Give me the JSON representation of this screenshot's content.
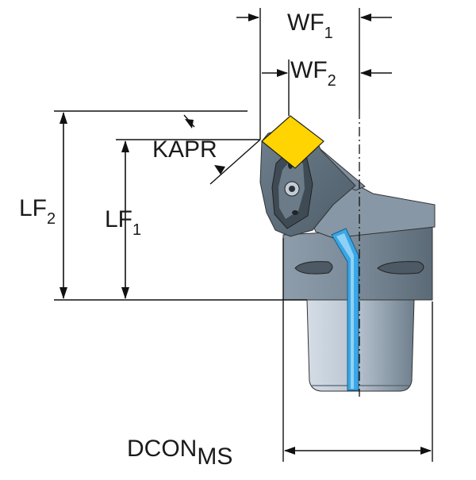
{
  "diagram": {
    "colors": {
      "background": "#ffffff",
      "line": "#111111",
      "body_dark": "#5c6b78",
      "body_mid": "#7f8f9d",
      "body_light": "#a7b4c1",
      "shank_light": "#c9d2dc",
      "insert_yellow": "#ffd400",
      "coolant_blue": "#3aa7e6"
    },
    "labels": {
      "wf1": {
        "main": "WF",
        "sub": "1"
      },
      "wf2": {
        "main": "WF",
        "sub": "2"
      },
      "kapr": {
        "main": "KAPR"
      },
      "lf2": {
        "main": "LF",
        "sub": "2"
      },
      "lf1": {
        "main": "LF",
        "sub": "1"
      },
      "dcon": {
        "main": "DCON",
        "sub": "MS"
      }
    },
    "icons": {
      "insert": "square-insert-icon",
      "clamp_screw": "torx-screw-icon",
      "coolant_channel": "coolant-channel-icon"
    }
  }
}
